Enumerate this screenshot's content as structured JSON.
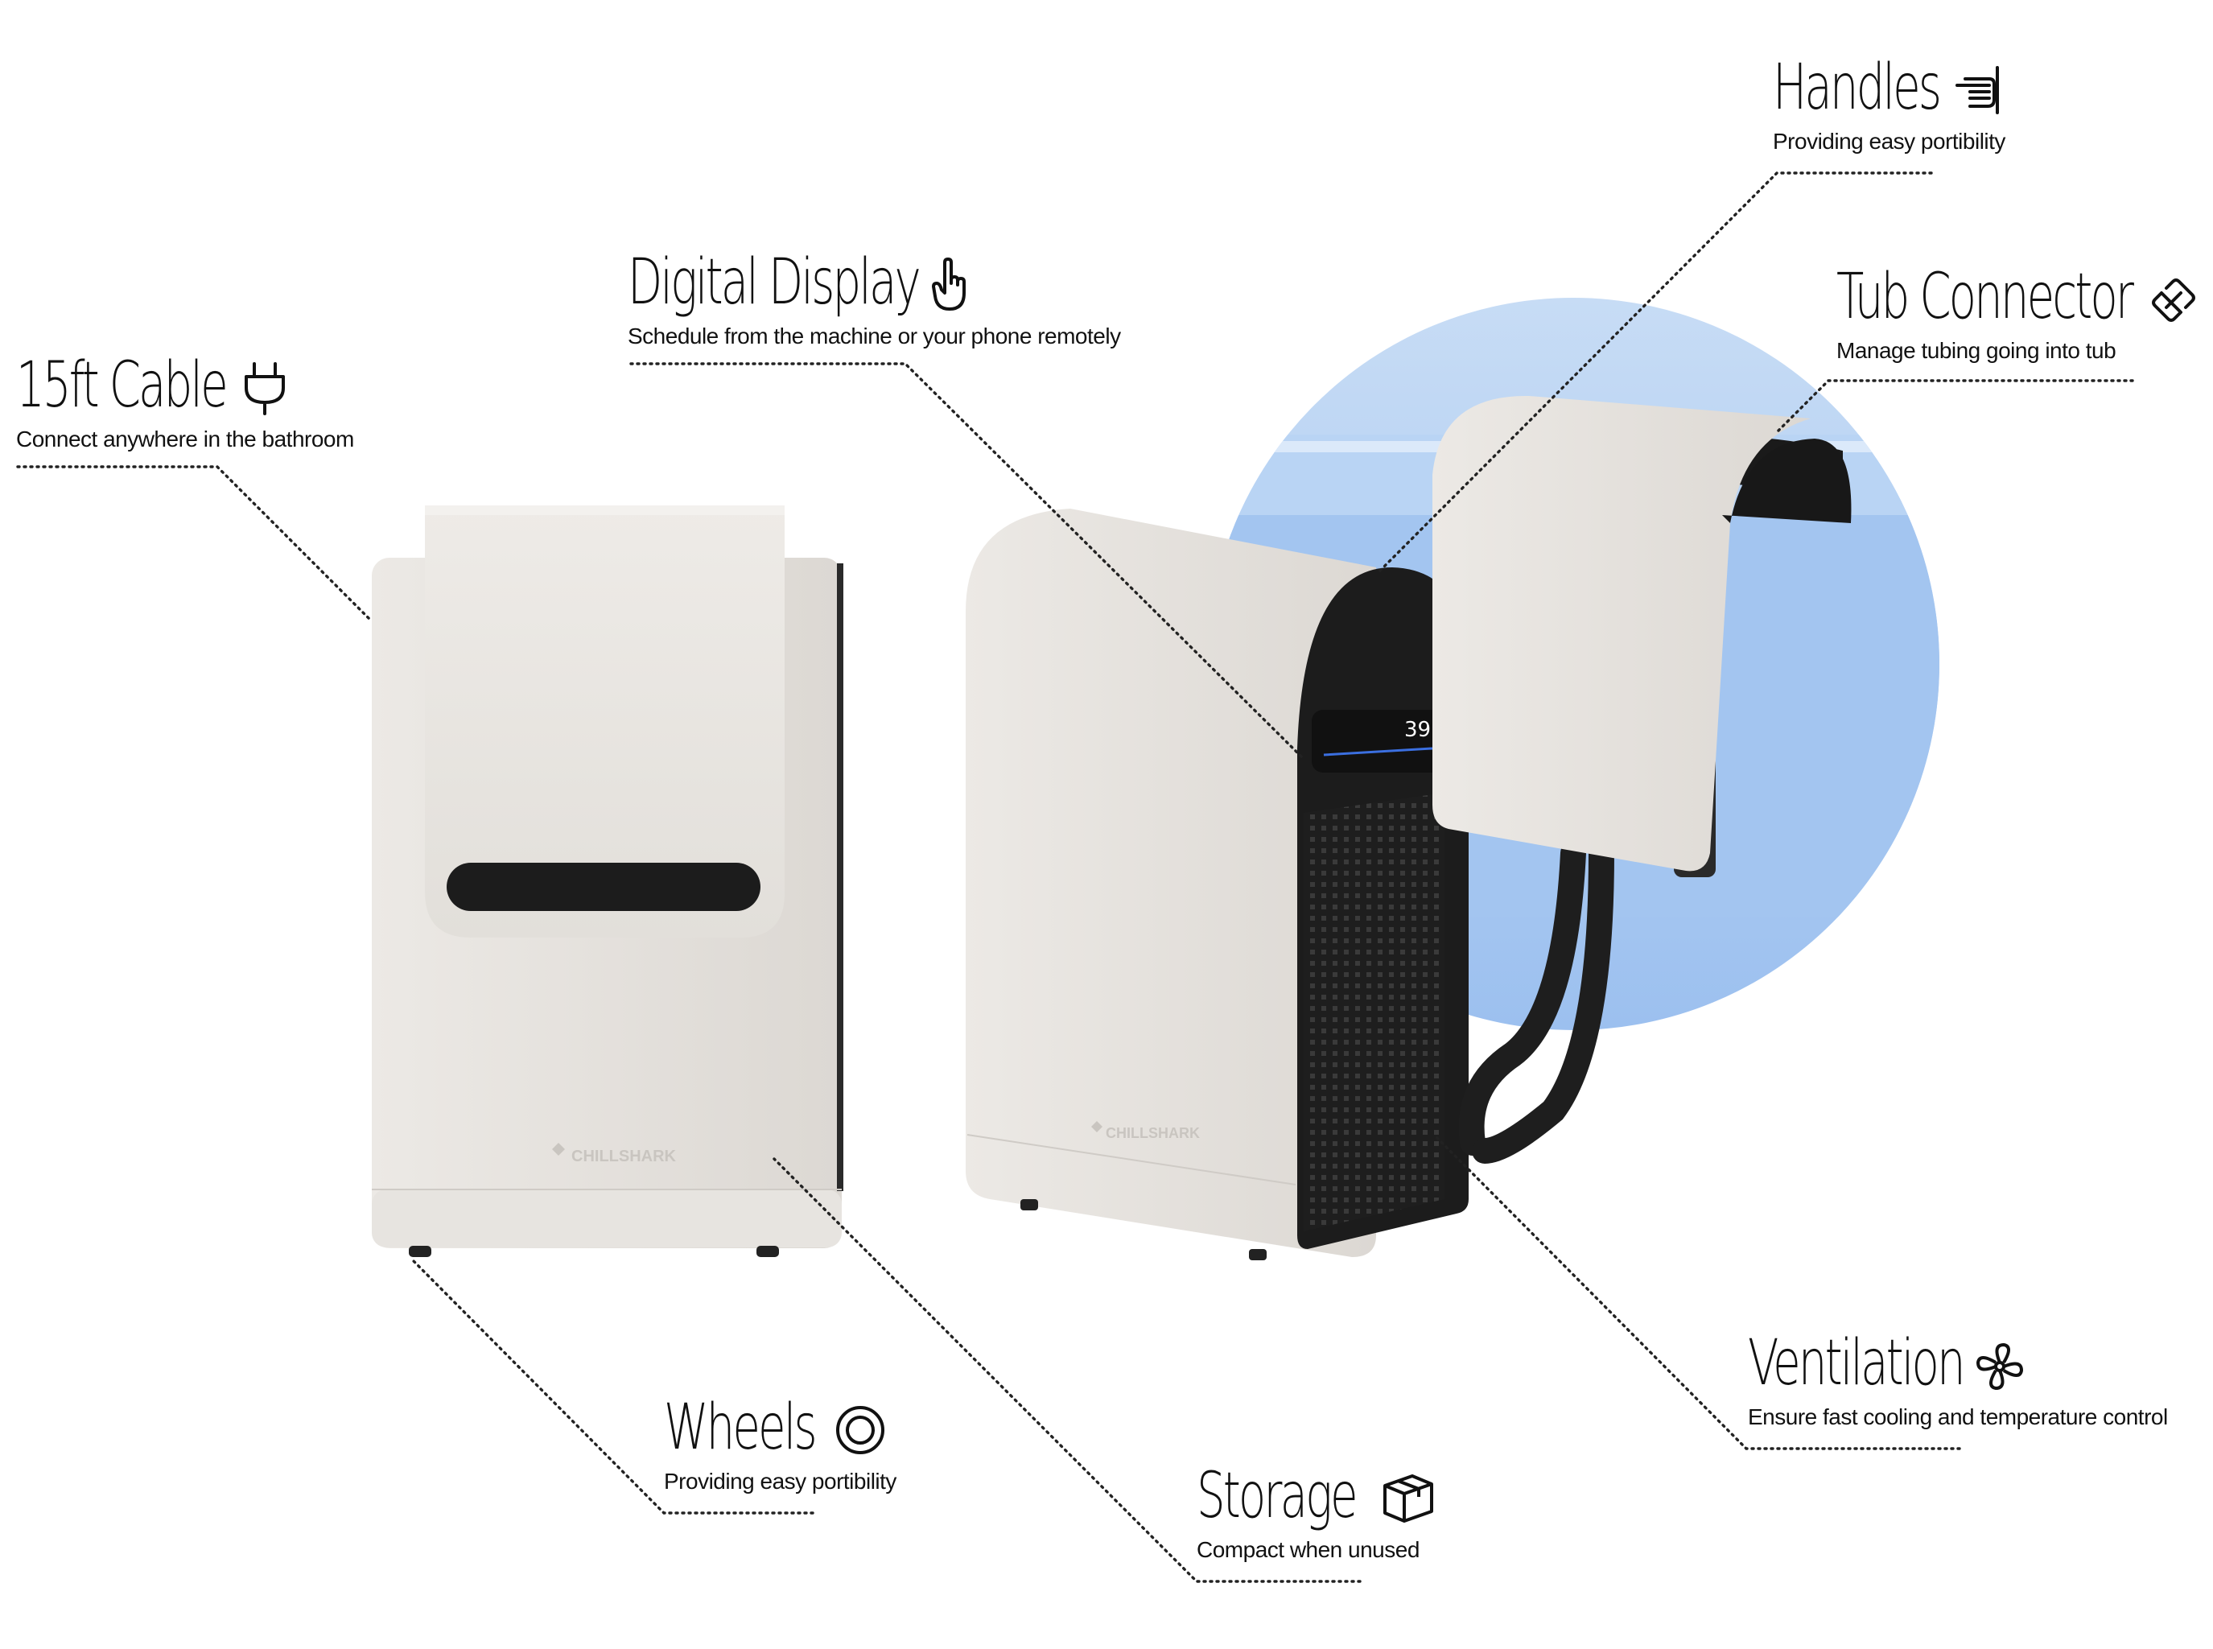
{
  "brand": {
    "logo_text": "CHILLSHARK"
  },
  "display": {
    "temperature": "39°"
  },
  "colors": {
    "background": "#ffffff",
    "accent_circle": "#a9cdf4",
    "device_body": "#e4e1dd",
    "device_dark": "#1c1c1c",
    "text": "#111111"
  },
  "features": [
    {
      "id": "cable",
      "title": "15ft Cable",
      "description": "Connect anywhere in the bathroom",
      "icon": "plug-icon"
    },
    {
      "id": "display",
      "title": "Digital Display",
      "description": "Schedule from the machine or your phone remotely",
      "icon": "pointing-hand-icon"
    },
    {
      "id": "handles",
      "title": "Handles",
      "description": "Providing easy portibility",
      "icon": "hand-grab-icon"
    },
    {
      "id": "tub",
      "title": "Tub Connector",
      "description": "Manage tubing going into tub",
      "icon": "link-icon"
    },
    {
      "id": "ventilation",
      "title": "Ventilation",
      "description": "Ensure fast cooling and temperature control",
      "icon": "fan-icon"
    },
    {
      "id": "wheels",
      "title": "Wheels",
      "description": "Providing easy portibility",
      "icon": "target-icon"
    },
    {
      "id": "storage",
      "title": "Storage",
      "description": "Compact when unused",
      "icon": "box-icon"
    }
  ]
}
